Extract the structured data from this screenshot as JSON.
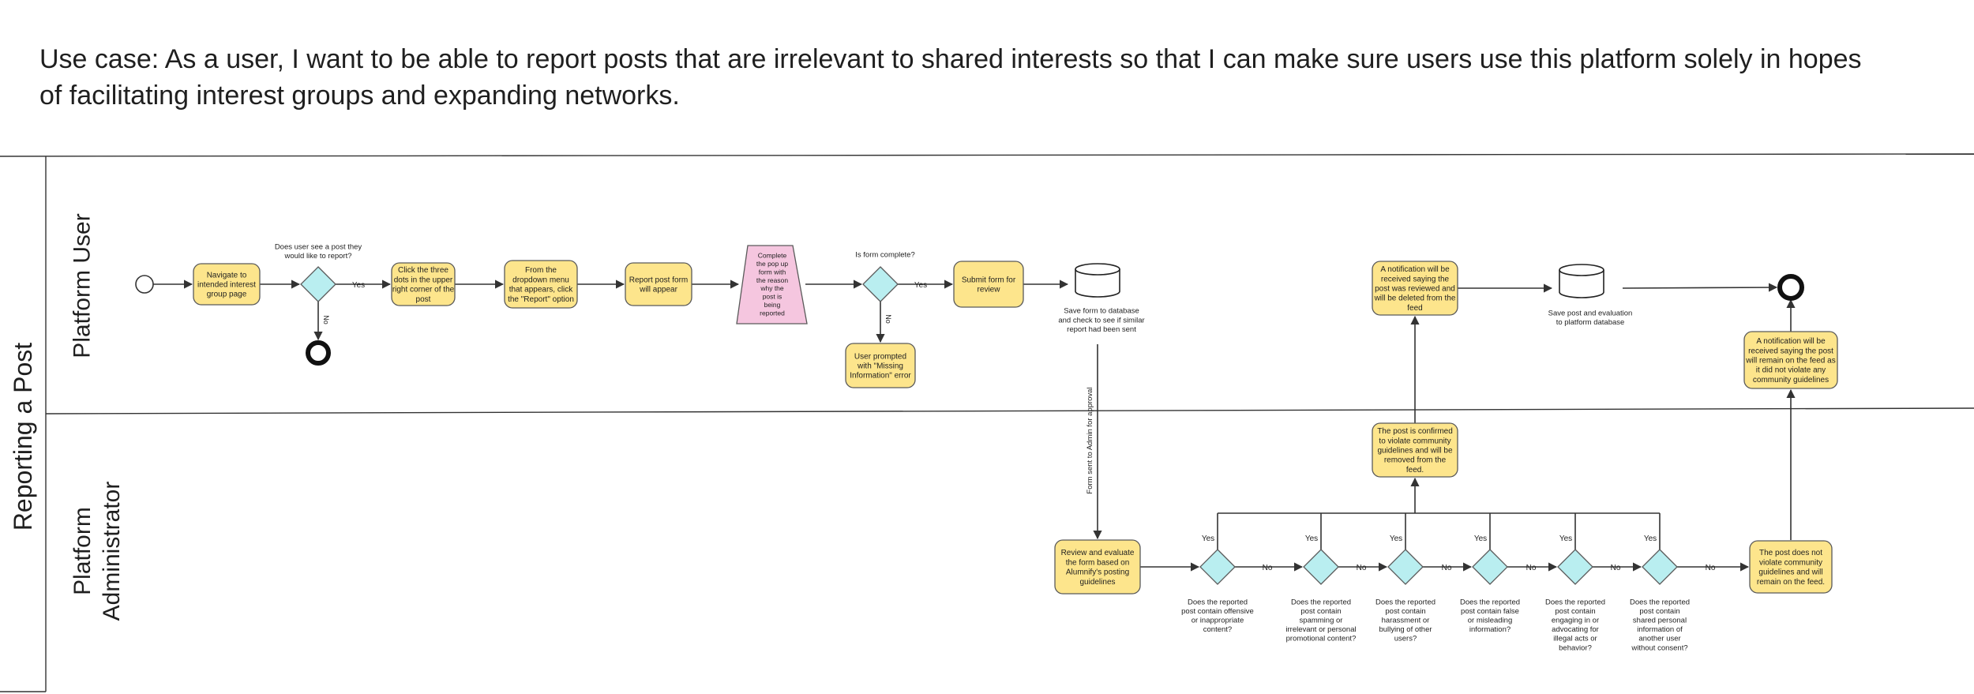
{
  "use_case": "Use case: As a user, I want to be able to report posts that are irrelevant to shared interests so that I can make sure users use this platform solely in hopes of facilitating interest groups and expanding networks.",
  "pool": {
    "title": "Reporting a Post"
  },
  "lanes": {
    "user": "Platform User",
    "admin": [
      "Platform",
      "Administrator"
    ]
  },
  "colors": {
    "task": "#fde58c",
    "task_border": "#5a5a5a",
    "gateway": "#b9eef0",
    "manual": "#f5c6df",
    "line": "#333333"
  },
  "tasks": {
    "navigate": [
      "Navigate to",
      "intended interest",
      "group page"
    ],
    "click_dots": [
      "Click the three",
      "dots in the upper",
      "right corner of the",
      "post"
    ],
    "dropdown": [
      "From the",
      "dropdown menu",
      "that appears, click",
      "the \"Report\" option"
    ],
    "report_form": [
      "Report post form",
      "will appear"
    ],
    "complete_form": [
      "Complete",
      "the pop up",
      "form with",
      "the reason",
      "why the",
      "post is",
      "being",
      "reported"
    ],
    "missing_info": [
      "User prompted",
      "with \"Missing",
      "Information\" error"
    ],
    "submit": [
      "Submit form for",
      "review"
    ],
    "notify_deleted": [
      "A notification will be",
      "received saying the",
      "post was reviewed and",
      "will be deleted from the",
      "feed"
    ],
    "notify_remain": [
      "A notification will be",
      "received saying the post",
      "will remain on the feed as",
      "it did not violate any",
      "community guidelines"
    ],
    "confirmed": [
      "The post is confirmed",
      "to violate community",
      "guidelines and will be",
      "removed from the",
      "feed."
    ],
    "review": [
      "Review and evaluate",
      "the form based on",
      "Alumnify's posting",
      "guidelines"
    ],
    "not_violate": [
      "The post does not",
      "violate community",
      "guidelines and will",
      "remain on the feed."
    ]
  },
  "questions": {
    "sees_post": [
      "Does user see a post they",
      "would like to report?"
    ],
    "form_complete": "Is form complete?",
    "offensive": [
      "Does the reported",
      "post contain offensive",
      "or inappropriate",
      "content?"
    ],
    "spam": [
      "Does the reported",
      "post contain",
      "spamming or",
      "irrelevant or personal",
      "promotional content?"
    ],
    "harassment": [
      "Does the reported",
      "post contain",
      "harassment or",
      "bullying of other",
      "users?"
    ],
    "false_info": [
      "Does the reported",
      "post contain false",
      "or misleading",
      "information?"
    ],
    "illegal": [
      "Does the reported",
      "post contain",
      "engaging in or",
      "advocating for",
      "illegal acts or",
      "behavior?"
    ],
    "personal_info": [
      "Does the reported",
      "post contain",
      "shared personal",
      "information of",
      "another user",
      "without consent?"
    ]
  },
  "data_stores": {
    "save_form": [
      "Save form to database",
      "and check to see if similar",
      "report had been sent"
    ],
    "save_eval": [
      "Save post and evaluation",
      "to platform database"
    ]
  },
  "flow_labels": {
    "yes": "Yes",
    "no": "No",
    "sent_to_admin": "Form sent to Admin for approval"
  }
}
